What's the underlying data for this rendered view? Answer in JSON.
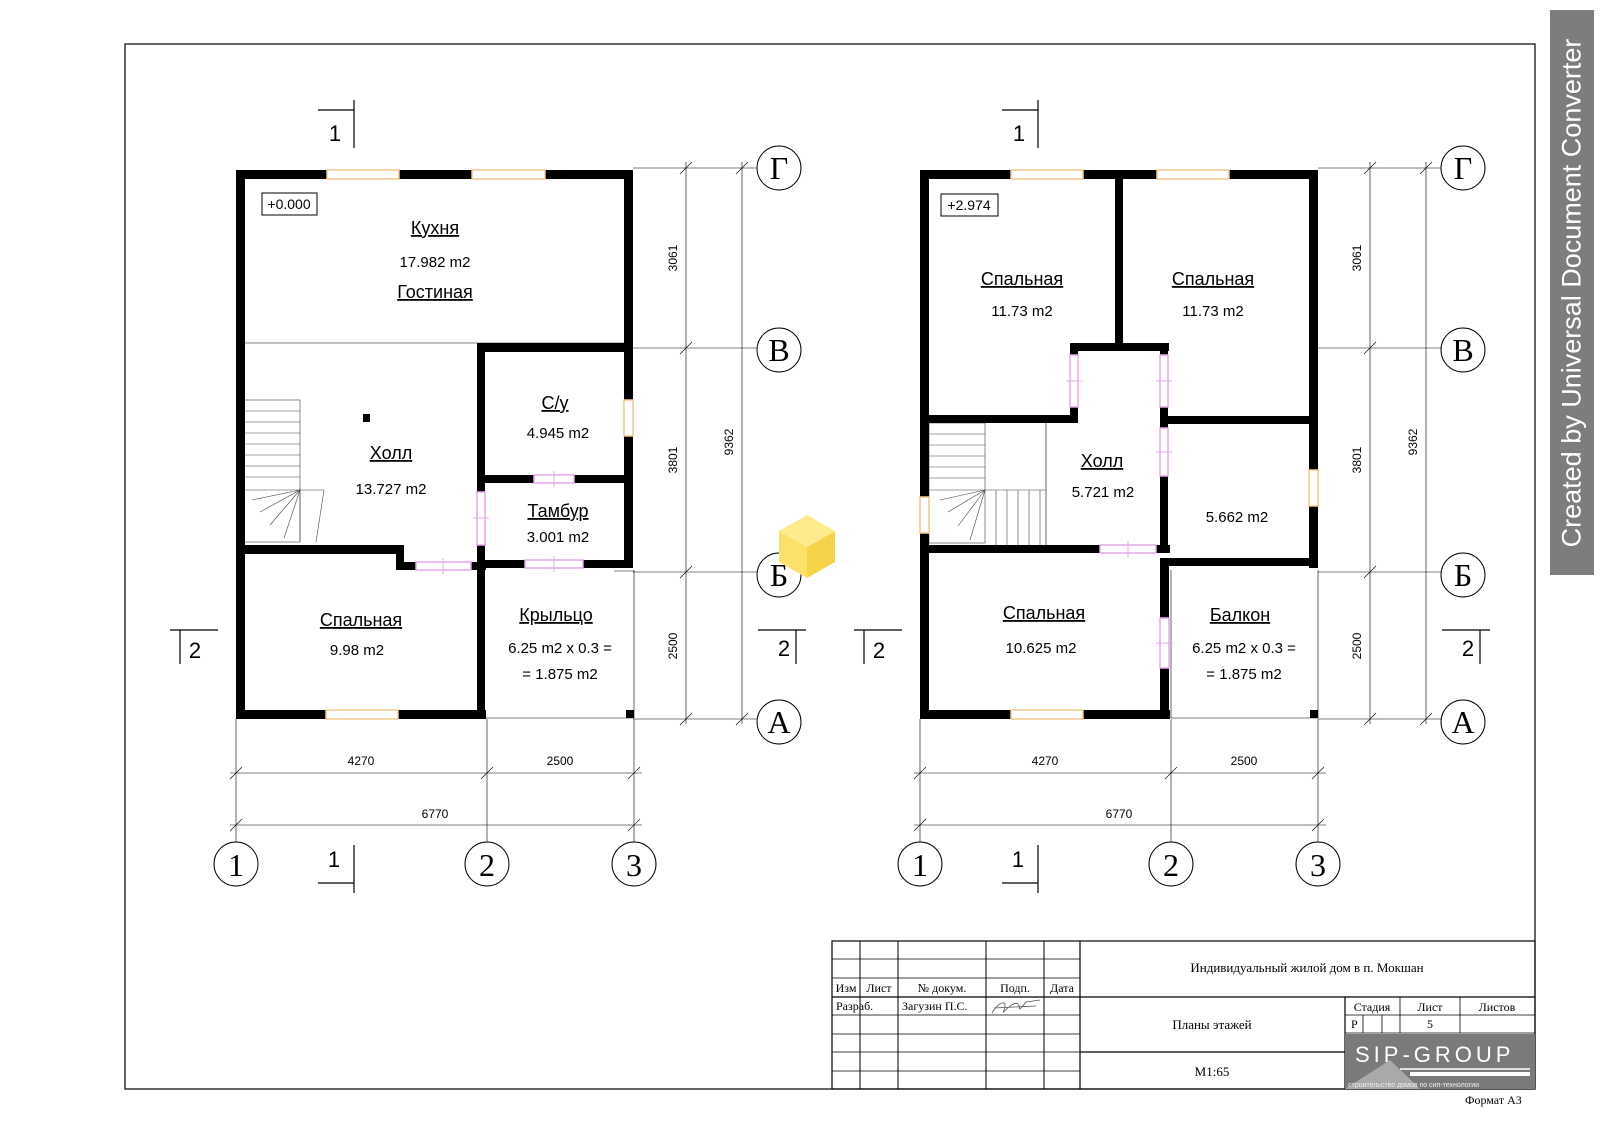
{
  "floor1": {
    "level": "+0.000",
    "rooms": [
      {
        "name": "Кухня",
        "area": "17.982 m2",
        "name2": "Гостиная"
      },
      {
        "name": "Холл",
        "area": "13.727 m2"
      },
      {
        "name": "С/у",
        "area": "4.945 m2"
      },
      {
        "name": "Тамбур",
        "area": "3.001 m2"
      },
      {
        "name": "Спальная",
        "area": "9.98 m2"
      },
      {
        "name": "Крыльцо",
        "area": "6.25 m2 x 0.3 =",
        "area2": "= 1.875 m2"
      }
    ],
    "dims": {
      "d3061": "3061",
      "d3801": "3801",
      "d2500v": "2500",
      "d9362": "9362",
      "d4270": "4270",
      "d2500h": "2500",
      "d6770": "6770"
    },
    "axes": {
      "g": "Г",
      "v": "В",
      "b": "Б",
      "a": "А",
      "n1": "1",
      "n2": "2",
      "n3": "3"
    },
    "sections": {
      "top": "1",
      "bottom": "1",
      "left": "2",
      "right": "2"
    }
  },
  "floor2": {
    "level": "+2.974",
    "rooms": [
      {
        "name": "Спальная",
        "area": "11.73 m2"
      },
      {
        "name": "Спальная",
        "area": "11.73 m2"
      },
      {
        "name": "Холл",
        "area": "5.721 m2"
      },
      {
        "area": "5.662 m2"
      },
      {
        "name": "Спальная",
        "area": "10.625 m2"
      },
      {
        "name": "Балкон",
        "area": "6.25 m2 x 0.3 =",
        "area2": "= 1.875 m2"
      }
    ],
    "dims": {
      "d3061": "3061",
      "d3801": "3801",
      "d2500v": "2500",
      "d9362": "9362",
      "d4270": "4270",
      "d2500h": "2500",
      "d6770": "6770"
    },
    "axes": {
      "g": "Г",
      "v": "В",
      "b": "Б",
      "a": "А",
      "n1": "1",
      "n2": "2",
      "n3": "3"
    },
    "sections": {
      "top": "1",
      "bottom": "1",
      "left": "2",
      "right": "2"
    }
  },
  "title_block": {
    "headers": [
      "Изм",
      "Лист",
      "№ докум.",
      "Подп.",
      "Дата"
    ],
    "role": "Разраб.",
    "author": "Загузин П.С.",
    "project": "Индивидуальный жилой дом в п. Мокшан",
    "sheet_title": "Планы этажей",
    "scale": "М1:65",
    "stage_label": "Стадия",
    "sheet_label": "Лист",
    "sheets_label": "Листов",
    "stage": "Р",
    "sheet_no": "5",
    "logo": "SIP-GROUP",
    "logo_tagline": "строительство домов по сип-технологии"
  },
  "format": "Формат А3",
  "watermark": "Created by Universal Document Converter",
  "colors": {
    "wall": "#000000",
    "window": "#f3c98b",
    "door": "#e3a9e8",
    "cube": "#fbe06a"
  }
}
